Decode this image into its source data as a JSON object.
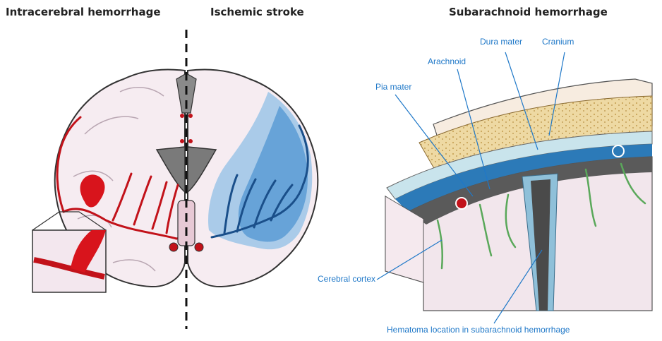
{
  "titles": {
    "ich": "Intracerebral hemorrhage",
    "ischemic": "Ischemic stroke",
    "sah": "Subarachnoid hemorrhage"
  },
  "labels": {
    "dura": "Dura mater",
    "cranium": "Cranium",
    "arachnoid": "Arachnoid",
    "pia": "Pia mater",
    "cortex": "Cerebral cortex",
    "hematoma": "Hematoma location in subarachnoid hemorrhage"
  },
  "colors": {
    "blood": "#d8141c",
    "ischemia": "#5f9fd6",
    "brain": "#f6ecf1",
    "bone": "#eed9a3",
    "label": "#1f78c8"
  }
}
